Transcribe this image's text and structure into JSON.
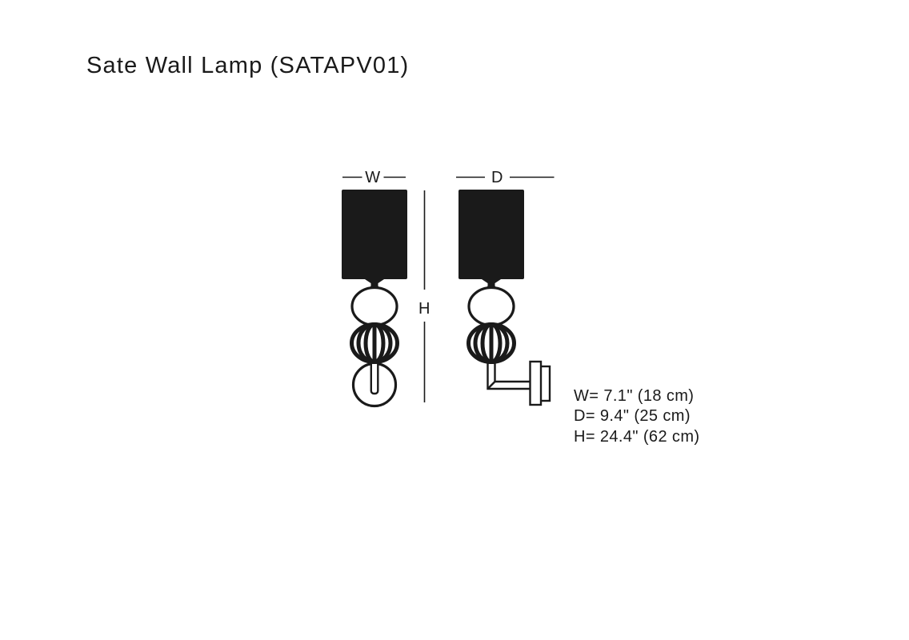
{
  "title": "Sate Wall Lamp (SATAPV01)",
  "diagram": {
    "width_label": "W",
    "depth_label": "D",
    "height_label": "H"
  },
  "specs": {
    "width": "W= 7.1\" (18 cm)",
    "depth": "D= 9.4\" (25 cm)",
    "height": "H= 24.4\" (62 cm)"
  },
  "colors": {
    "ink": "#1a1a1a",
    "background": "#ffffff"
  }
}
